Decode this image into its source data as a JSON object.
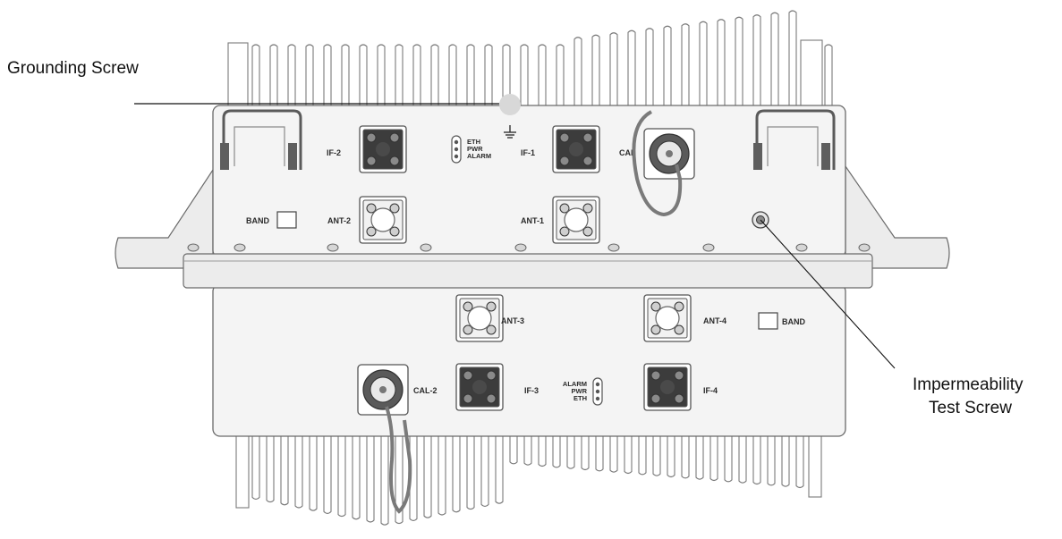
{
  "callouts": {
    "grounding_screw": "Grounding Screw",
    "impermeability_line1": "Impermeability",
    "impermeability_line2": "Test Screw"
  },
  "ports": {
    "if2": "IF-2",
    "if1": "IF-1",
    "cal1": "CAL",
    "ant2": "ANT-2",
    "ant1": "ANT-1",
    "band_top": "BAND",
    "ant3": "ANT-3",
    "ant4": "ANT-4",
    "band_bottom": "BAND",
    "cal2": "CAL-2",
    "if3": "IF-3",
    "if4": "IF-4"
  },
  "leds_top": {
    "eth": "ETH",
    "pwr": "PWR",
    "alarm": "ALARM"
  },
  "leds_bottom": {
    "alarm": "ALARM",
    "pwr": "PWR",
    "eth": "ETH"
  },
  "colors": {
    "outline": "#6a6a6a",
    "connector_dark": "#3c3c3c",
    "connector_light": "#f2f2f2",
    "cable": "#7a7a7a",
    "ground_screw": "#d8d8d8"
  }
}
